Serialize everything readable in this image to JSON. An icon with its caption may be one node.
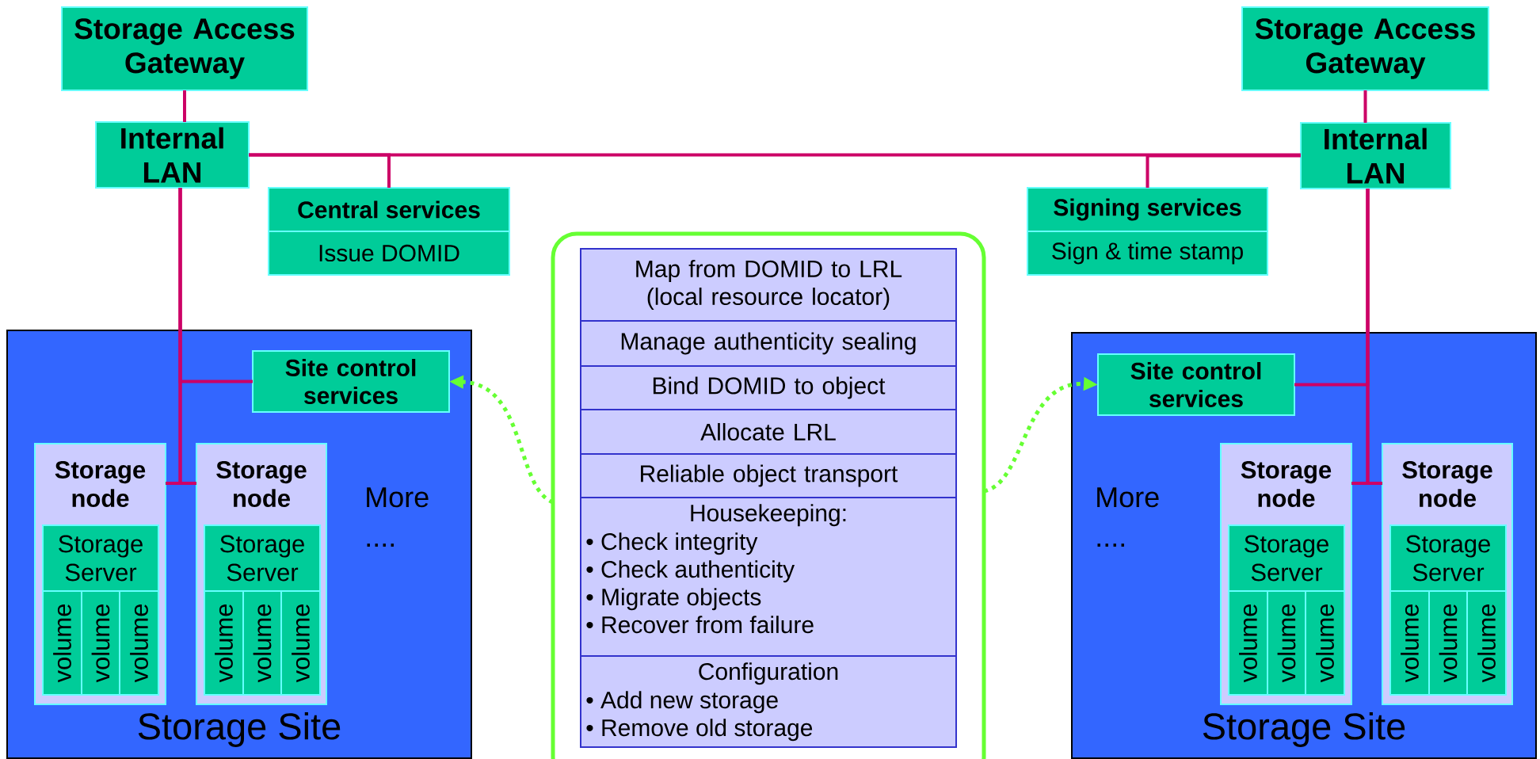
{
  "diagram": {
    "nodes": [
      {
        "text": [
          "Storage Access Gateway"
        ]
      },
      {
        "text": [
          "Internal LAN"
        ]
      },
      {
        "text": [
          "Central services",
          "Issue DOMID"
        ]
      },
      {
        "text": [
          "Storage Site"
        ]
      },
      {
        "text": [
          "Site control services"
        ],
        "in": 3
      },
      {
        "text": [
          "Storage node"
        ],
        "in": 3
      },
      {
        "text": [
          "Storage Server"
        ],
        "in": 5
      },
      {
        "text": [
          "volume"
        ],
        "in": 5
      },
      {
        "text": [
          "volume"
        ],
        "in": 5
      },
      {
        "text": [
          "volume"
        ],
        "in": 5
      },
      {
        "text": [
          "Storage node"
        ],
        "in": 3
      },
      {
        "text": [
          "Storage Server"
        ],
        "in": 10
      },
      {
        "text": [
          "volume"
        ],
        "in": 10
      },
      {
        "text": [
          "volume"
        ],
        "in": 10
      },
      {
        "text": [
          "volume"
        ],
        "in": 10
      },
      {
        "text": [],
        "shape": "box"
      },
      {
        "text": [
          "Map from DOMID to LRL (local resource locator)"
        ],
        "in": 15
      },
      {
        "text": [
          "Manage authenticity sealing"
        ],
        "in": 15
      },
      {
        "text": [
          "Bind DOMID to object"
        ],
        "in": 15
      },
      {
        "text": [
          "Allocate LRL"
        ],
        "in": 15
      },
      {
        "text": [
          "Reliable object transport"
        ],
        "in": 15
      },
      {
        "text": [
          "Housekeeping:",
          "• Check integrity",
          "• Check authenticity",
          "• Migrate objects",
          "• Recover from failure"
        ],
        "in": 15
      },
      {
        "text": [
          "Configuration",
          "• Add new storage",
          "• Remove old storage"
        ],
        "in": 15
      },
      {
        "text": [
          "Signing services",
          "Sign & time stamp"
        ]
      },
      {
        "text": [
          "Storage Access Gateway"
        ]
      },
      {
        "text": [
          "Internal LAN"
        ]
      },
      {
        "text": [
          "Storage Site"
        ]
      },
      {
        "text": [
          "Site control services"
        ],
        "in": 26
      },
      {
        "text": [
          "Storage node"
        ],
        "in": 26
      },
      {
        "text": [
          "Storage Server"
        ],
        "in": 28
      },
      {
        "text": [
          "volume"
        ],
        "in": 28
      },
      {
        "text": [
          "volume"
        ],
        "in": 28
      },
      {
        "text": [
          "volume"
        ],
        "in": 28
      },
      {
        "text": [
          "Storage node"
        ],
        "in": 26
      },
      {
        "text": [
          "Storage Server"
        ],
        "in": 33
      },
      {
        "text": [
          "volume"
        ],
        "in": 33
      },
      {
        "text": [
          "volume"
        ],
        "in": 33
      },
      {
        "text": [
          "volume"
        ],
        "in": 33
      }
    ],
    "edges": [
      {
        "from": 0,
        "to": 1,
        "arrow": "none"
      },
      {
        "from": 1,
        "to": 25,
        "arrow": "none"
      },
      {
        "from": 1,
        "to": 2,
        "arrow": "none"
      },
      {
        "from": 25,
        "to": 23,
        "arrow": "none"
      },
      {
        "from": 1,
        "to": 4,
        "arrow": "none"
      },
      {
        "from": 1,
        "to": 5,
        "arrow": "none"
      },
      {
        "from": 1,
        "to": 10,
        "arrow": "none"
      },
      {
        "from": 24,
        "to": 25,
        "arrow": "none"
      },
      {
        "from": 25,
        "to": 27,
        "arrow": "none"
      },
      {
        "from": 25,
        "to": 28,
        "arrow": "none"
      },
      {
        "from": 25,
        "to": 33,
        "arrow": "none"
      },
      {
        "from": 15,
        "to": 4,
        "arrow": "to",
        "style": "dashed",
        "color": "#66ff33"
      },
      {
        "from": 15,
        "to": 27,
        "arrow": "to",
        "style": "dashed",
        "color": "#66ff33"
      }
    ],
    "labels": [
      "More ....",
      "More ...."
    ]
  }
}
